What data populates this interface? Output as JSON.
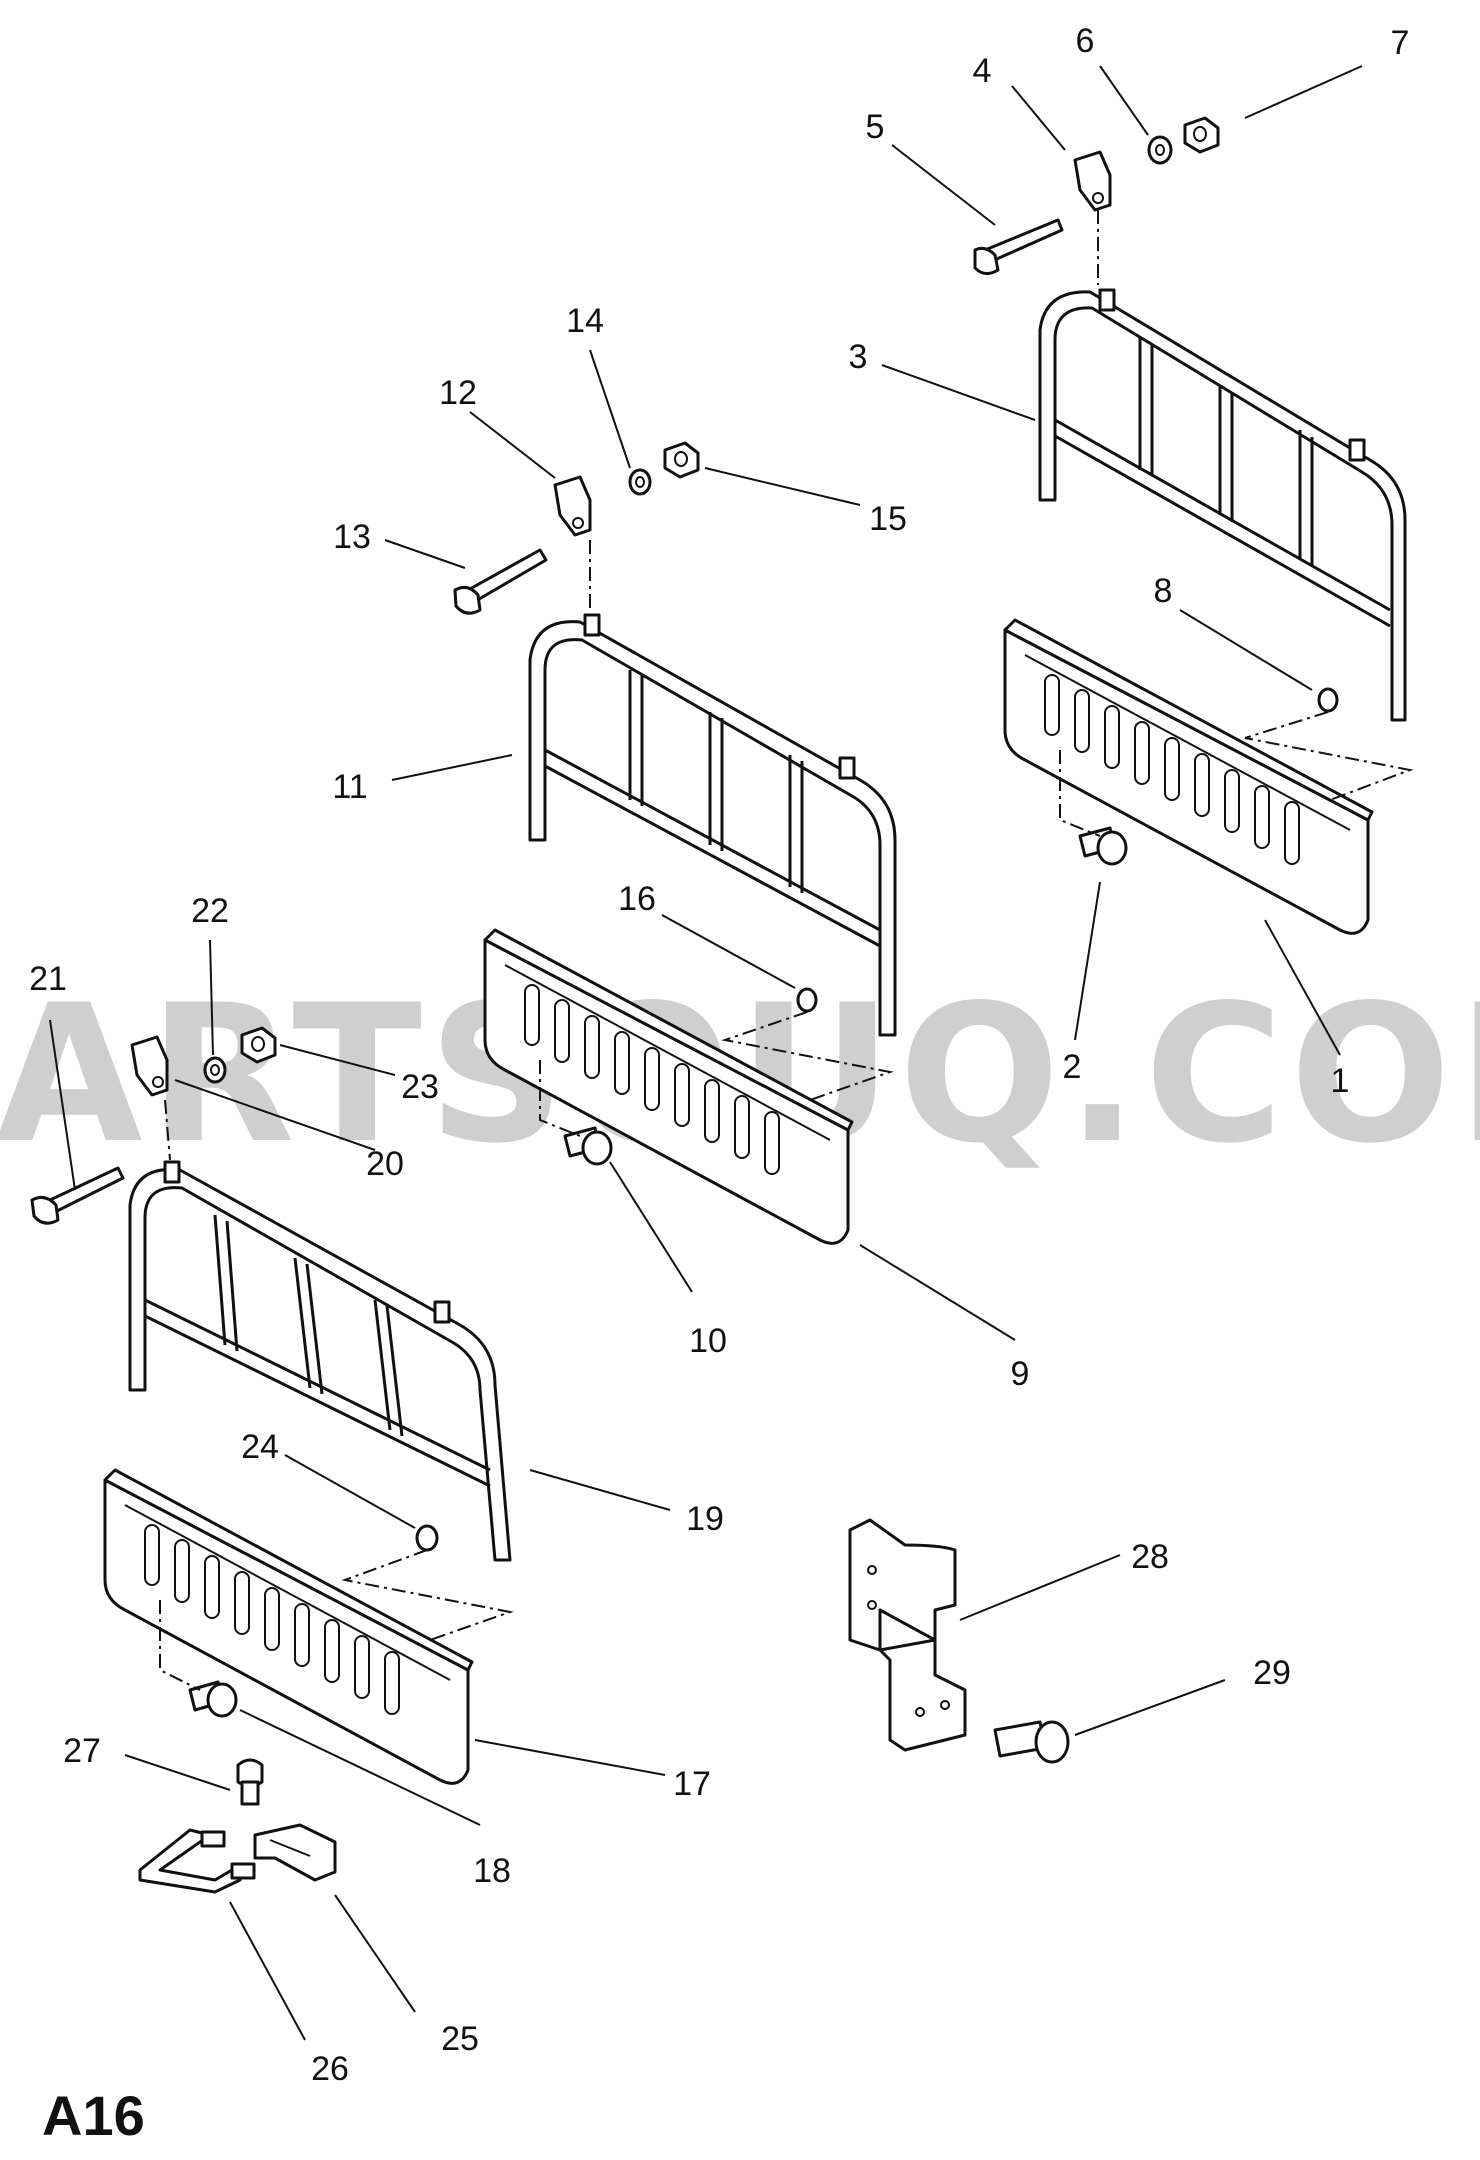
{
  "diagram": {
    "reference": "A16",
    "watermark": "PARTSOUQ.COM",
    "callouts": [
      "1",
      "2",
      "3",
      "4",
      "5",
      "6",
      "7",
      "8",
      "9",
      "10",
      "11",
      "12",
      "13",
      "14",
      "15",
      "16",
      "17",
      "18",
      "19",
      "20",
      "21",
      "22",
      "23",
      "24",
      "25",
      "26",
      "27",
      "28",
      "29"
    ]
  }
}
